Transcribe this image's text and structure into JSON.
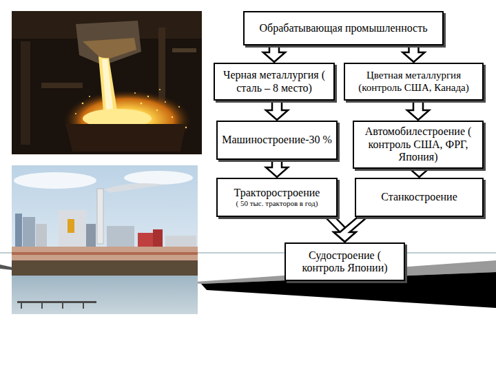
{
  "diagram": {
    "nodes": [
      {
        "text": [
          "Обрабатывающая промышленность"
        ]
      },
      {
        "text": [
          "Черная металлургия ( сталь – 8 место)"
        ]
      },
      {
        "text": [
          "Цветная металлургия (контроль США, Канада)"
        ]
      },
      {
        "text": [
          "Машиностроение-30 %"
        ]
      },
      {
        "text": [
          "Автомобилестроение ( контроль США, ФРГ, Япония)"
        ]
      },
      {
        "text": [
          "Тракторостроение",
          "( 50 тыс. тракторов в год)"
        ]
      },
      {
        "text": [
          "Станкостроение"
        ]
      },
      {
        "text": [
          "Судостроение ( контроль Японии)"
        ]
      }
    ],
    "edges": [
      {
        "from": 0,
        "to": 1,
        "arrow": "to"
      },
      {
        "from": 0,
        "to": 2,
        "arrow": "to"
      },
      {
        "from": 1,
        "to": 3,
        "arrow": "to"
      },
      {
        "from": 2,
        "to": 4,
        "arrow": "to"
      },
      {
        "from": 3,
        "to": 5,
        "arrow": "to"
      },
      {
        "from": 4,
        "to": 6,
        "arrow": "to"
      },
      {
        "from": 5,
        "to": 7,
        "arrow": "to"
      },
      {
        "from": 6,
        "to": 7,
        "arrow": "to"
      }
    ]
  }
}
